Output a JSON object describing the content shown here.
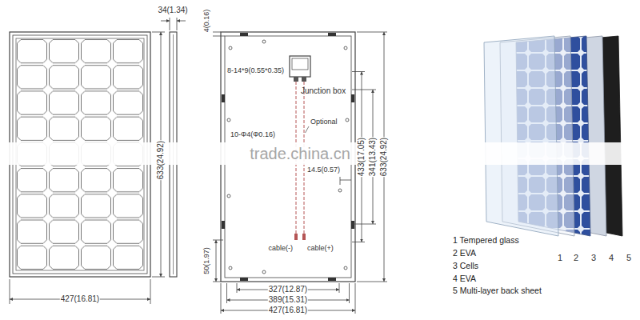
{
  "diagram": {
    "labels": [
      "34(1.34)",
      "633(24.92)",
      "427(16.81)",
      "4(0.16)",
      "8-14*9(0.55*0.35)",
      "Junction box",
      "Optional",
      "10-Φ4(Φ0.16)",
      "433(17.05)",
      "341(13.43)",
      "633(24.92)",
      "14.5(0.57)",
      "cable(-)",
      "cable(+)",
      "50(1.97)",
      "327(12.87)",
      "389(15.31)",
      "427(16.81)",
      "trade.china.cn",
      "1",
      "2",
      "3",
      "4",
      "5",
      "1 Tempered glass",
      "2 EVA",
      "3 Cells",
      "4 EVA",
      "5 Multi-layer back sheet"
    ]
  }
}
